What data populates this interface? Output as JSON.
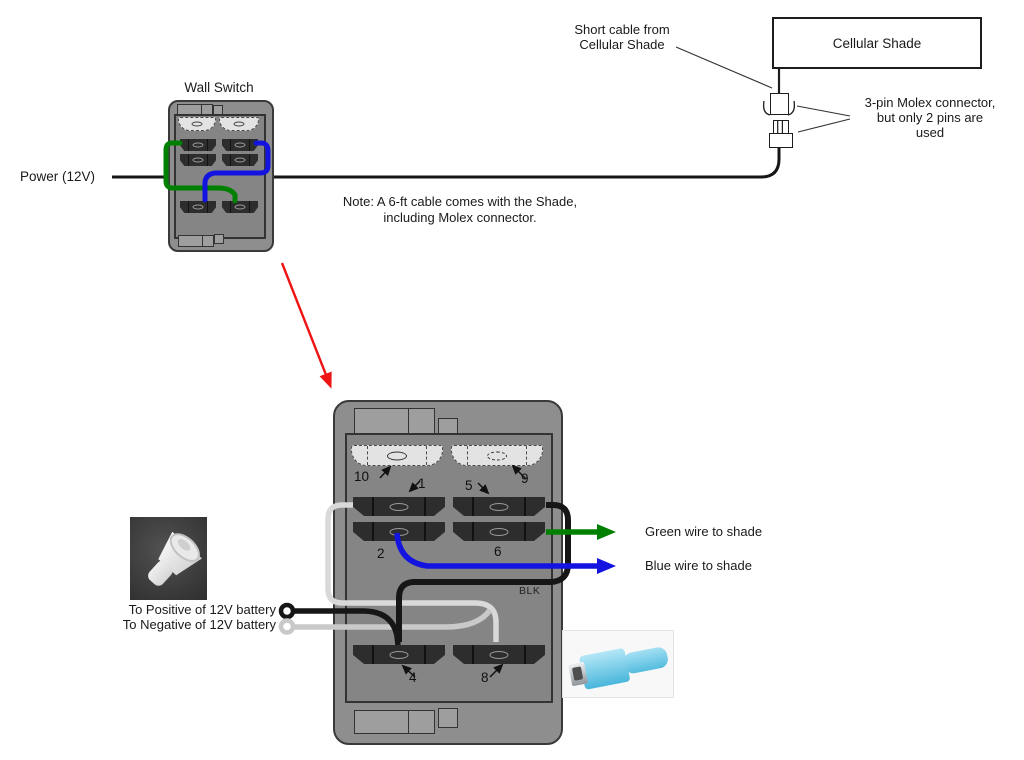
{
  "colors": {
    "green_wire": "#008000",
    "blue_wire": "#1414e0",
    "black_wire": "#161616",
    "white_wire": "#d9d9d9",
    "gray_wire": "#c9c9c9",
    "red_arrow": "#ee1414"
  },
  "top": {
    "shade_box_label": "Cellular Shade",
    "short_cable_line1": "Short cable from",
    "short_cable_line2": "Cellular Shade",
    "molex_note_line1": "3-pin Molex connector,",
    "molex_note_line2": "but only 2 pins are",
    "molex_note_line3": "used",
    "wall_switch_label": "Wall Switch",
    "power_label": "Power (12V)",
    "cable_note_line1": "Note: A 6-ft cable comes with the Shade,",
    "cable_note_line2": "including Molex connector."
  },
  "big_switch": {
    "pin_10": "10",
    "pin_1": "1",
    "pin_5": "5",
    "pin_9": "9",
    "pin_2": "2",
    "pin_6": "6",
    "pin_4": "4",
    "pin_8": "8",
    "blk_label": "BLK"
  },
  "bottom": {
    "green_wire_label": "Green wire to shade",
    "blue_wire_label": "Blue wire to shade",
    "positive_label": "To Positive of 12V battery",
    "negative_label": "To Negative of 12V battery"
  }
}
